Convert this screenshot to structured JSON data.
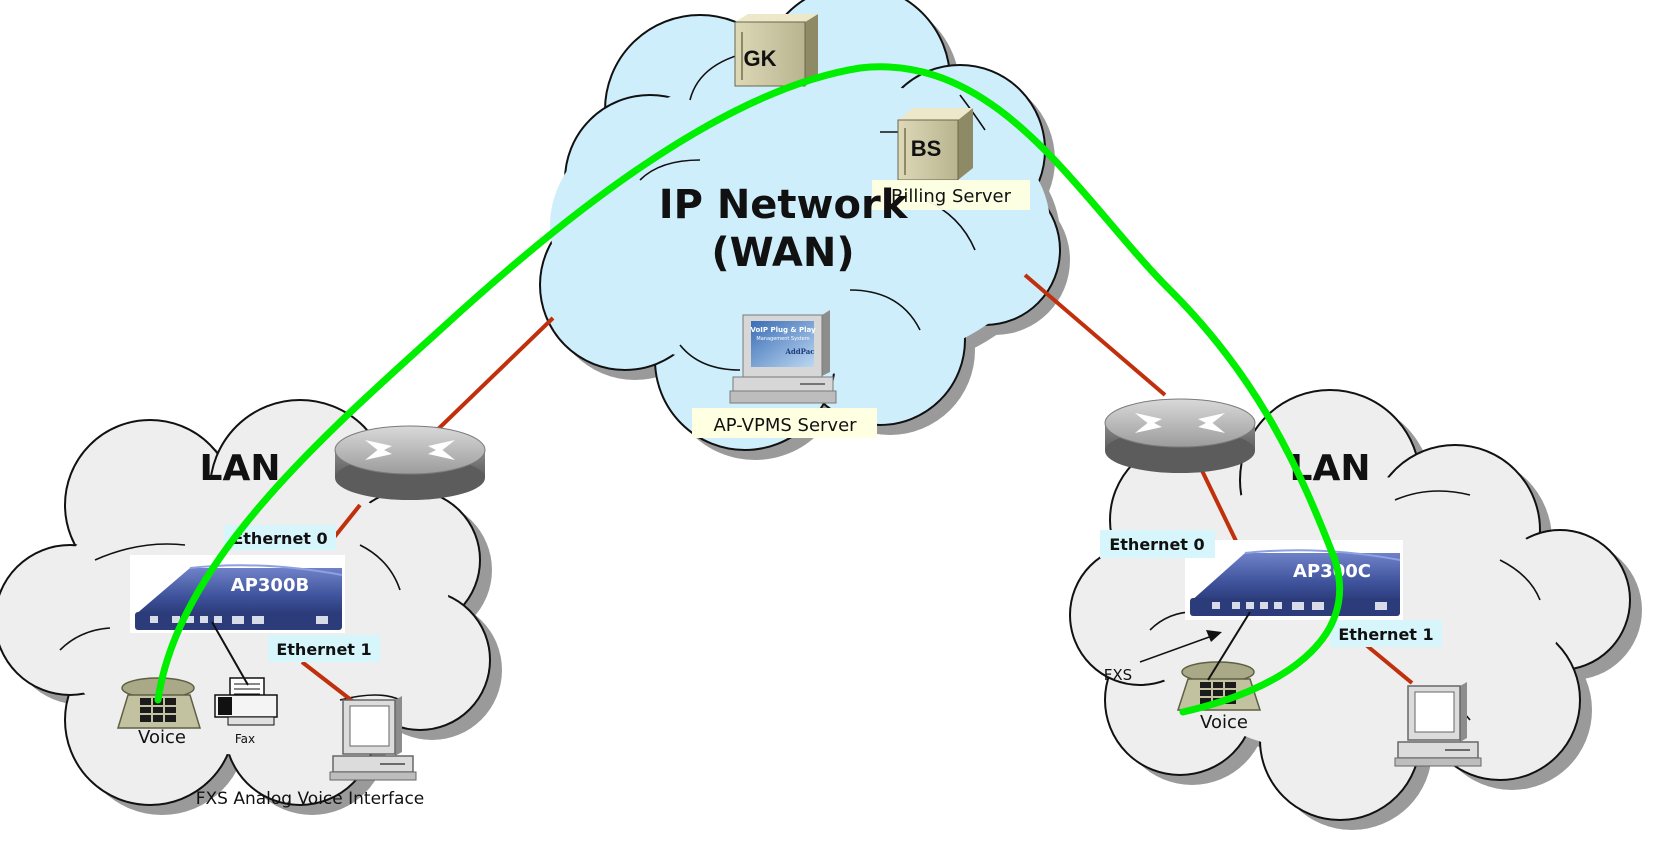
{
  "wan": {
    "title_line1": "IP Network",
    "title_line2": "(WAN)"
  },
  "servers": {
    "gk": "GK",
    "bs": "BS",
    "billing_label": "Billing Server",
    "vpms_label": "AP-VPMS Server",
    "monitor_title": "VoIP Plug & Play",
    "monitor_subtitle": "Management System",
    "monitor_brand": "AddPac"
  },
  "lan_left": {
    "title": "LAN",
    "device": "AP300B",
    "eth0": "Ethernet 0",
    "eth1": "Ethernet 1",
    "voice": "Voice",
    "fax": "Fax",
    "caption": "FXS Analog Voice Interface"
  },
  "lan_right": {
    "title": "LAN",
    "device": "AP300C",
    "eth0": "Ethernet 0",
    "eth1": "Ethernet 1",
    "voice": "Voice",
    "fxs": "FXS"
  },
  "colors": {
    "wan_cloud": "#cfeefc",
    "lan_cloud": "#eeeeee",
    "cloud_shadow": "#9a9a9a",
    "link": "#c0300c",
    "voice_path": "#00ee00",
    "label_bg": "#d6f6fb",
    "server_label_bg": "#ffffe2",
    "device_body": "#4a5fa8"
  }
}
